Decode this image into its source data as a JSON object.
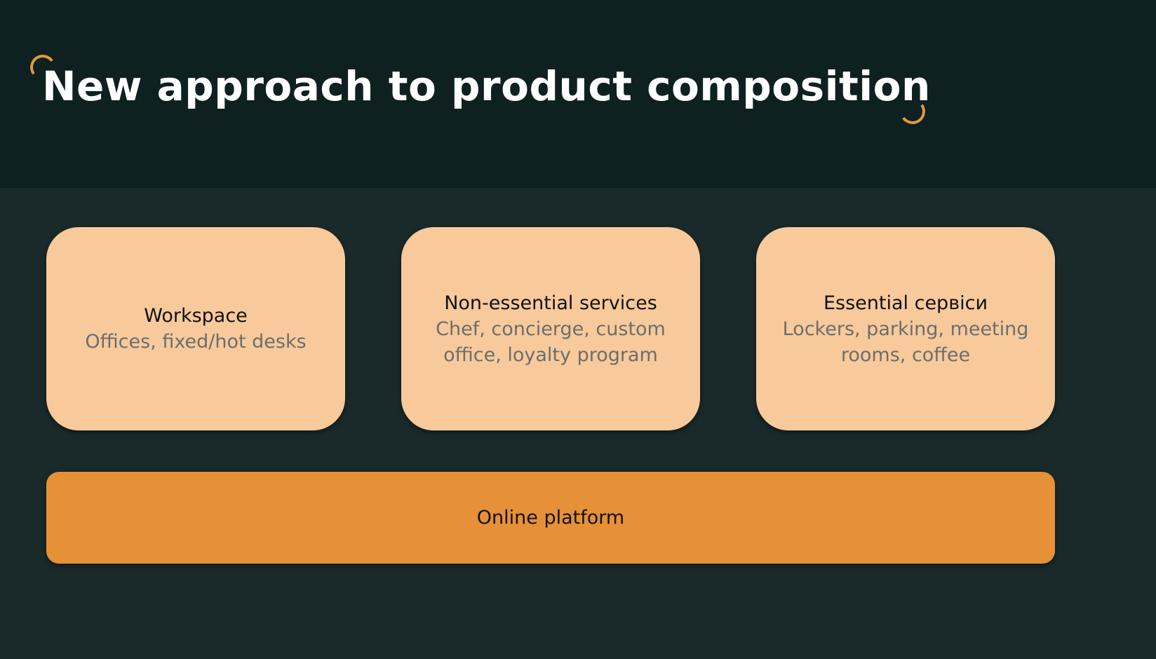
{
  "slide": {
    "title": "New approach to product composition",
    "colors": {
      "header_bg": "#0e201f",
      "body_bg": "#1a2a2a",
      "accent": "#e09a3a",
      "card_bg": "#f8c99b",
      "platform_bg": "#e69038"
    }
  },
  "cards": [
    {
      "title": "Workspace",
      "description": "Offices, fixed/hot desks"
    },
    {
      "title": "Non-essential services",
      "description": "Chef, concierge, custom office, loyalty program"
    },
    {
      "title": "Essential сервіси",
      "description": "Lockers, parking, meeting rooms, coffee"
    }
  ],
  "platform": {
    "label": "Online platform"
  }
}
